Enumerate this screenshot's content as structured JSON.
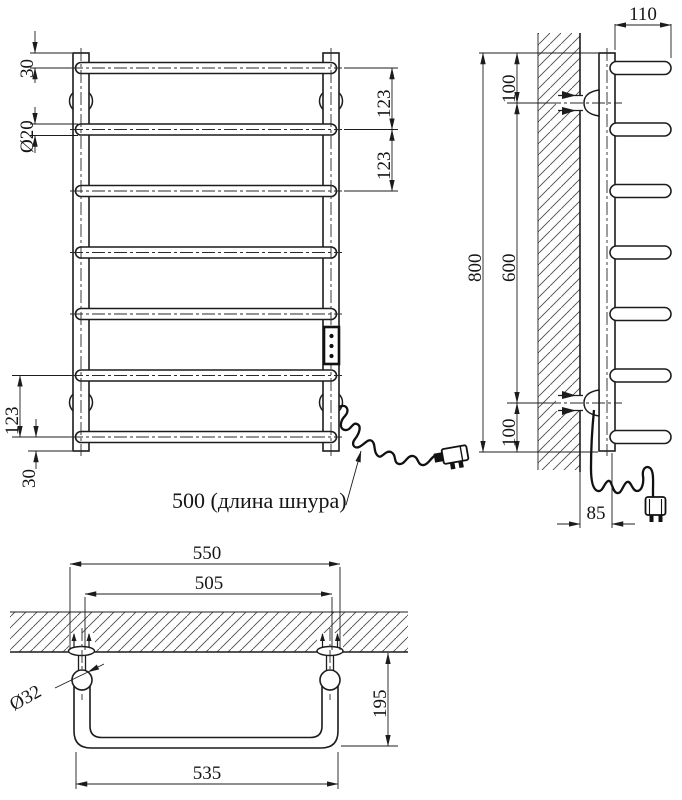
{
  "views": {
    "front": {
      "dims": {
        "top_offset": "30",
        "bar_diameter": "Ø20",
        "spacing_1": "123",
        "spacing_2": "123",
        "spacing_bottom": "123",
        "bottom_offset": "30"
      },
      "cord_note": "500 (длина шнура)"
    },
    "side": {
      "dims": {
        "depth": "110",
        "top_bracket": "100",
        "height": "800",
        "bracket_span": "600",
        "bottom_bracket": "100",
        "wall_gap": "85"
      }
    },
    "top": {
      "dims": {
        "overall_width": "550",
        "mount_span": "505",
        "post_diameter": "Ø32",
        "depth": "195",
        "bottom_width": "535"
      }
    }
  },
  "colors": {
    "line": "#1c1c1c",
    "background": "#ffffff"
  }
}
